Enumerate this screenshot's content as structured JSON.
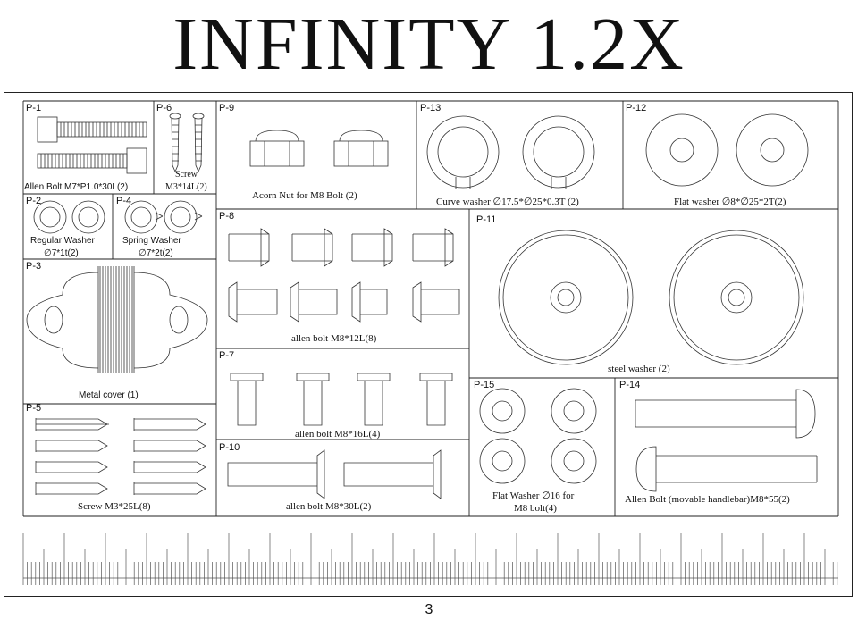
{
  "title": "INFINITY 1.2X",
  "page_number": "3",
  "parts": {
    "p1": {
      "id": "P-1",
      "desc": "Allen Bolt M7*P1.0*30L(2)"
    },
    "p6": {
      "id": "P-6",
      "desc_line1": "Screw",
      "desc_line2": "M3*14L(2)"
    },
    "p9": {
      "id": "P-9",
      "desc": "Acorn  Nut  for  M8 Bolt (2)"
    },
    "p13": {
      "id": "P-13",
      "desc": "Curve washer ∅17.5*∅25*0.3T (2)"
    },
    "p12": {
      "id": "P-12",
      "desc": "Flat washer ∅8*∅25*2T(2)"
    },
    "p2": {
      "id": "P-2",
      "desc_line1": "Regular Washer",
      "desc_line2": "∅7*1t(2)"
    },
    "p4": {
      "id": "P-4",
      "desc_line1": "Spring Washer",
      "desc_line2": "∅7*2t(2)"
    },
    "p8": {
      "id": "P-8",
      "desc": "allen bolt M8*12L(8)"
    },
    "p11": {
      "id": "P-11",
      "desc": "steel washer (2)"
    },
    "p3": {
      "id": "P-3",
      "desc": "Metal cover (1)"
    },
    "p7": {
      "id": "P-7",
      "desc": "allen bolt M8*16L(4)"
    },
    "p5": {
      "id": "P-5",
      "desc": "Screw M3*25L(8)"
    },
    "p10": {
      "id": "P-10",
      "desc": "allen bolt M8*30L(2)"
    },
    "p15": {
      "id": "P-15",
      "desc_line1": "Flat Washer ∅16 for",
      "desc_line2": "M8 bolt(4)"
    },
    "p14": {
      "id": "P-14",
      "desc": "Allen Bolt (movable handlebar)M8*55(2)"
    }
  }
}
